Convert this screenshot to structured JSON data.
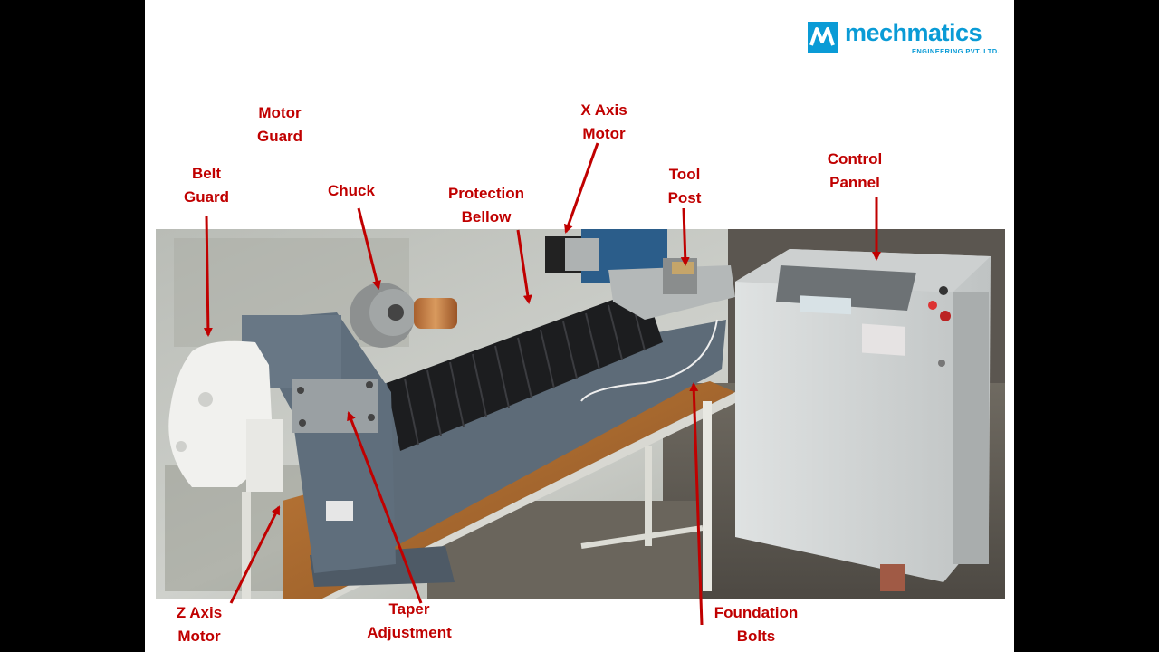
{
  "brand": {
    "name": "mechmatics",
    "subtitle": "ENGINEERING PVT. LTD.",
    "color": "#0a9bd6"
  },
  "label_color": "#c00000",
  "labels": {
    "motor_guard": "Motor\nGuard",
    "x_axis_motor": "X Axis\nMotor",
    "belt_guard": "Belt\nGuard",
    "chuck": "Chuck",
    "protection_bellow": "Protection\nBellow",
    "tool_post": "Tool\nPost",
    "control_panel": "Control\nPannel",
    "z_axis_motor": "Z Axis\nMotor",
    "taper_adjustment": "Taper\nAdjustment",
    "foundation_bolts": "Foundation\nBolts"
  }
}
